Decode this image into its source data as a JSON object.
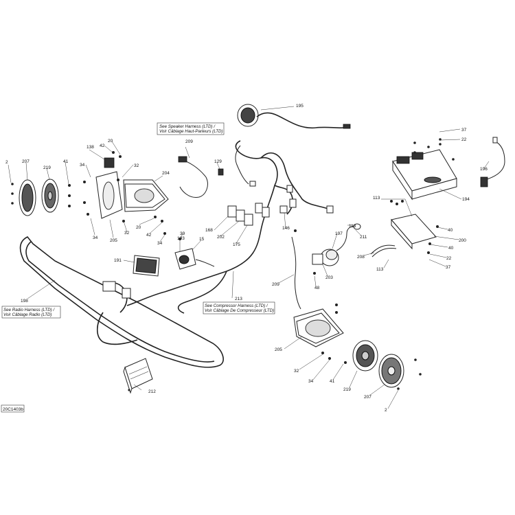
{
  "drawing_code": "20C1403b",
  "notes": {
    "speaker_harness": [
      "See Speaker Harness (LTD) /",
      "Voir Câblage Haut-Parleurs (LTD)"
    ],
    "compressor_harness": [
      "See Compressor Harness (LTD) /",
      "Voir Câblage De Compresseur (LTD)"
    ],
    "radio_harness": [
      "See Radio Harness (LTD) /",
      "Voir Câblage Radio (LTD)"
    ]
  },
  "callouts": {
    "c195": "195",
    "c37a": "37",
    "c22a": "22",
    "c196": "196",
    "c194": "194",
    "c209a": "209",
    "c129": "129",
    "c204": "204",
    "c138": "138",
    "c20a": "20",
    "c42a": "42",
    "c34a": "34",
    "c32a": "32",
    "c2a": "2",
    "c207a": "207",
    "c219a": "219",
    "c41a": "41",
    "c34b": "34",
    "c205a": "205",
    "c32b": "32",
    "c20b": "20",
    "c42b": "42",
    "c34c": "34",
    "c39": "39",
    "c193": "193",
    "c15": "15",
    "c191": "191",
    "c168": "168",
    "c202": "202",
    "c175": "175",
    "c146": "146",
    "c113a": "113",
    "c113b": "113",
    "c211": "211",
    "c197": "197",
    "c40a": "40",
    "c200": "200",
    "c40b": "40",
    "c22b": "22",
    "c37b": "37",
    "c208": "208",
    "c113c": "113",
    "c203": "203",
    "c48": "48",
    "c209b": "209",
    "c213": "213",
    "c198": "198",
    "c205b": "205",
    "c32c": "32",
    "c34d": "34",
    "c41b": "41",
    "c219b": "219",
    "c207b": "207",
    "c2b": "2",
    "c212": "212"
  }
}
